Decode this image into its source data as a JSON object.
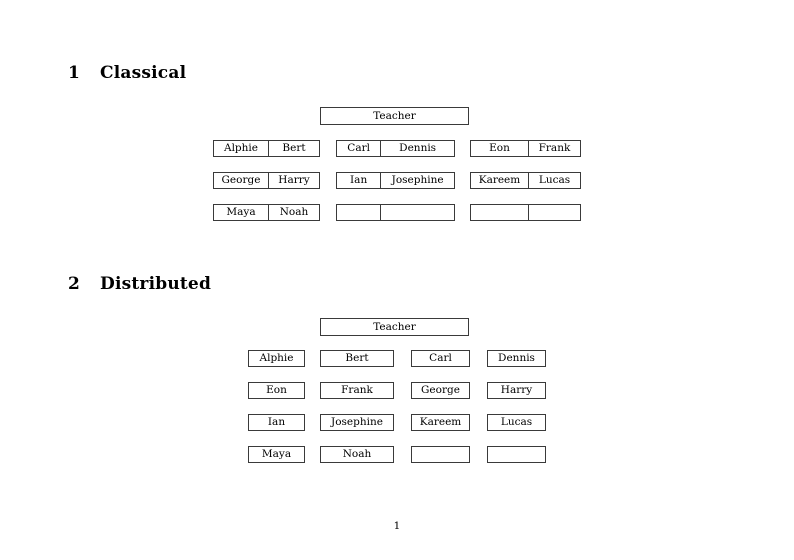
{
  "document": {
    "page_number": "1"
  },
  "sections": [
    {
      "number": "1",
      "title": "Classical",
      "teacher": {
        "label": "Teacher"
      },
      "groups": [
        {
          "name": "left",
          "rows": [
            [
              "Alphie",
              "Bert"
            ],
            [
              "George",
              "Harry"
            ],
            [
              "Maya",
              "Noah"
            ]
          ]
        },
        {
          "name": "middle",
          "rows": [
            [
              "Carl",
              "Dennis"
            ],
            [
              "Ian",
              "Josephine"
            ],
            [
              "",
              ""
            ]
          ]
        },
        {
          "name": "right",
          "rows": [
            [
              "Eon",
              "Frank"
            ],
            [
              "Kareem",
              "Lucas"
            ],
            [
              "",
              ""
            ]
          ]
        }
      ]
    },
    {
      "number": "2",
      "title": "Distributed",
      "teacher": {
        "label": "Teacher"
      },
      "rows": [
        [
          "Alphie",
          "Bert",
          "Carl",
          "Dennis"
        ],
        [
          "Eon",
          "Frank",
          "George",
          "Harry"
        ],
        [
          "Ian",
          "Josephine",
          "Kareem",
          "Lucas"
        ],
        [
          "Maya",
          "Noah",
          "",
          ""
        ]
      ]
    }
  ]
}
